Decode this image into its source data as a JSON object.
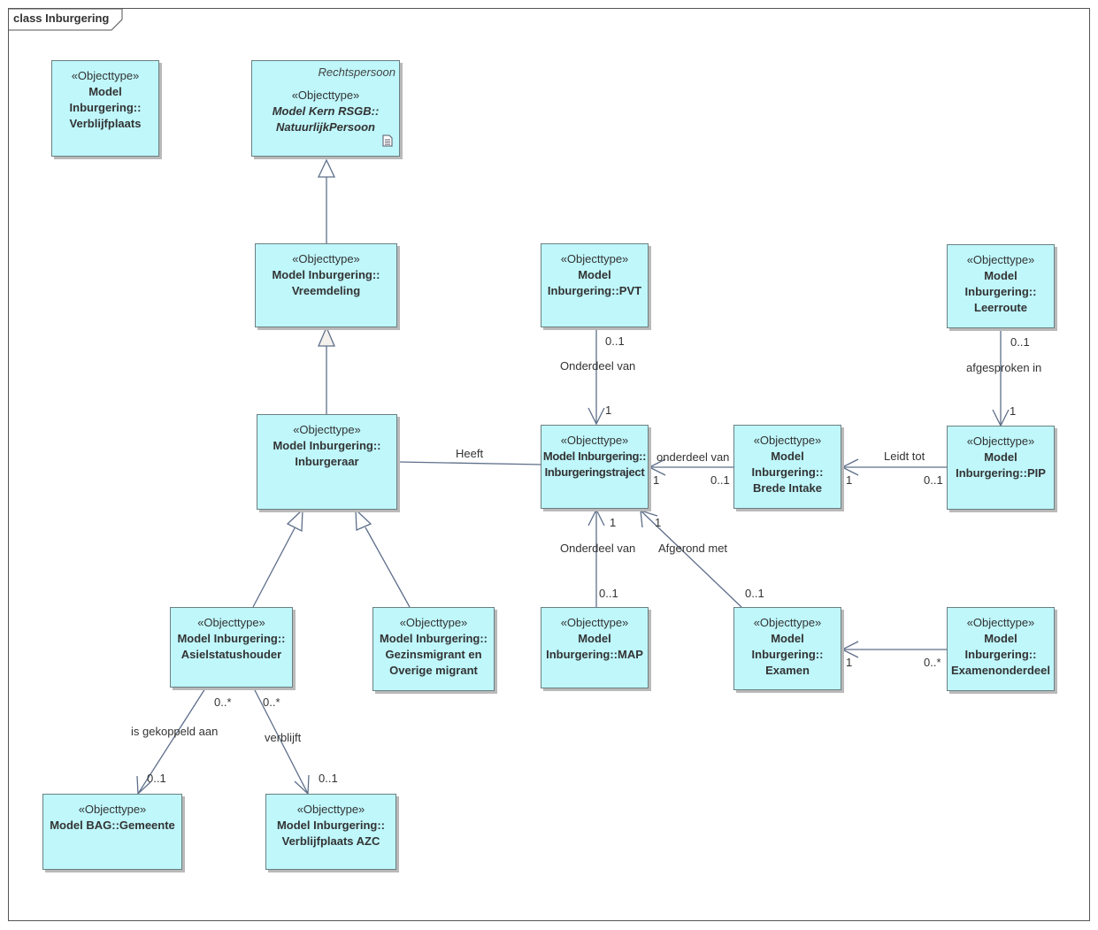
{
  "diagram": {
    "title": "class Inburgering",
    "classes": {
      "verblijfplaats": {
        "stereotype": "«Objecttype»",
        "name": "Model Inburgering:: Verblijfplaats"
      },
      "natuurlijk_persoon": {
        "stereotype": "«Objecttype»",
        "name": "Model Kern RSGB:: NatuurlijkPersoon",
        "parent_label": "Rechtspersoon",
        "icon": "document-icon"
      },
      "vreemdeling": {
        "stereotype": "«Objecttype»",
        "name": "Model Inburgering:: Vreemdeling"
      },
      "inburgeraar": {
        "stereotype": "«Objecttype»",
        "name": "Model Inburgering:: Inburgeraar"
      },
      "asielstatushouder": {
        "stereotype": "«Objecttype»",
        "name": "Model Inburgering:: Asielstatushouder"
      },
      "gezinsmigrant": {
        "stereotype": "«Objecttype»",
        "name": "Model Inburgering:: Gezinsmigrant en Overige migrant"
      },
      "gemeente": {
        "stereotype": "«Objecttype»",
        "name": "Model BAG::Gemeente"
      },
      "verblijfplaats_azc": {
        "stereotype": "«Objecttype»",
        "name": "Model Inburgering:: Verblijfplaats AZC"
      },
      "pvt": {
        "stereotype": "«Objecttype»",
        "name": "Model Inburgering::PVT"
      },
      "inburgeringstraject": {
        "stereotype": "«Objecttype»",
        "name": "Model Inburgering:: Inburgeringstraject"
      },
      "map": {
        "stereotype": "«Objecttype»",
        "name": "Model Inburgering::MAP"
      },
      "brede_intake": {
        "stereotype": "«Objecttype»",
        "name": "Model Inburgering:: Brede Intake"
      },
      "examen": {
        "stereotype": "«Objecttype»",
        "name": "Model Inburgering:: Examen"
      },
      "leerroute": {
        "stereotype": "«Objecttype»",
        "name": "Model Inburgering:: Leerroute"
      },
      "pip": {
        "stereotype": "«Objecttype»",
        "name": "Model Inburgering::PIP"
      },
      "examenonderdeel": {
        "stereotype": "«Objecttype»",
        "name": "Model Inburgering:: Examenonderdeel"
      }
    },
    "relations": {
      "heeft": {
        "label": "Heeft"
      },
      "pvt_onderdeel": {
        "label": "Onderdeel van",
        "source_mult": "0..1",
        "target_mult": "1"
      },
      "map_onderdeel": {
        "label": "Onderdeel van",
        "source_mult": "0..1",
        "target_mult": "1"
      },
      "intake_onderdeel": {
        "label": "onderdeel van",
        "source_mult": "0..1",
        "target_mult": "1"
      },
      "pip_leidt": {
        "label": "Leidt tot",
        "source_mult": "0..1",
        "target_mult": "1"
      },
      "leerroute_afgesproken": {
        "label": "afgesproken in",
        "source_mult": "0..1",
        "target_mult": "1"
      },
      "examen_afgerond": {
        "label": "Afgerond met",
        "source_mult": "0..1",
        "target_mult": "1"
      },
      "examenonderdeel_rel": {
        "source_mult": "0..*",
        "target_mult": "1"
      },
      "gekoppeld": {
        "label": "is gekoppeld aan",
        "source_mult": "0..*",
        "target_mult": "0..1"
      },
      "verblijft": {
        "label": "verblijft",
        "source_mult": "0..*",
        "target_mult": "0..1"
      }
    }
  }
}
